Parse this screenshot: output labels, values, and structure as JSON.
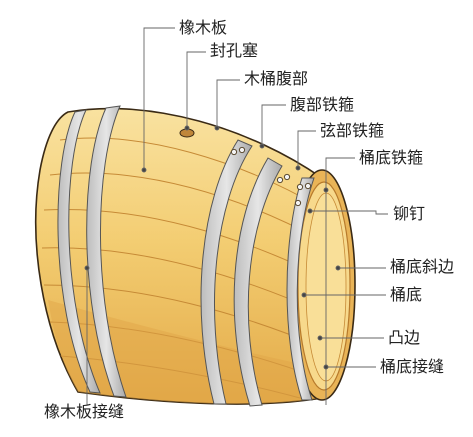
{
  "labels": {
    "oak_stave": "橡木板",
    "bung": "封孔塞",
    "barrel_belly": "木桶腹部",
    "belly_hoop": "腹部铁箍",
    "chime_hoop": "弦部铁箍",
    "head_hoop": "桶底铁箍",
    "rivet": "铆钉",
    "head_bevel": "桶底斜边",
    "head": "桶底",
    "chime_edge": "凸边",
    "head_joint": "桶底接缝",
    "stave_joint": "橡木板接缝"
  },
  "colors": {
    "wood_light": "#f7d98c",
    "wood_mid": "#f0c465",
    "wood_dark": "#dfa544",
    "hoop": "#c9c9c9",
    "hoop_dark": "#9a9a9a",
    "leader": "#666666"
  }
}
